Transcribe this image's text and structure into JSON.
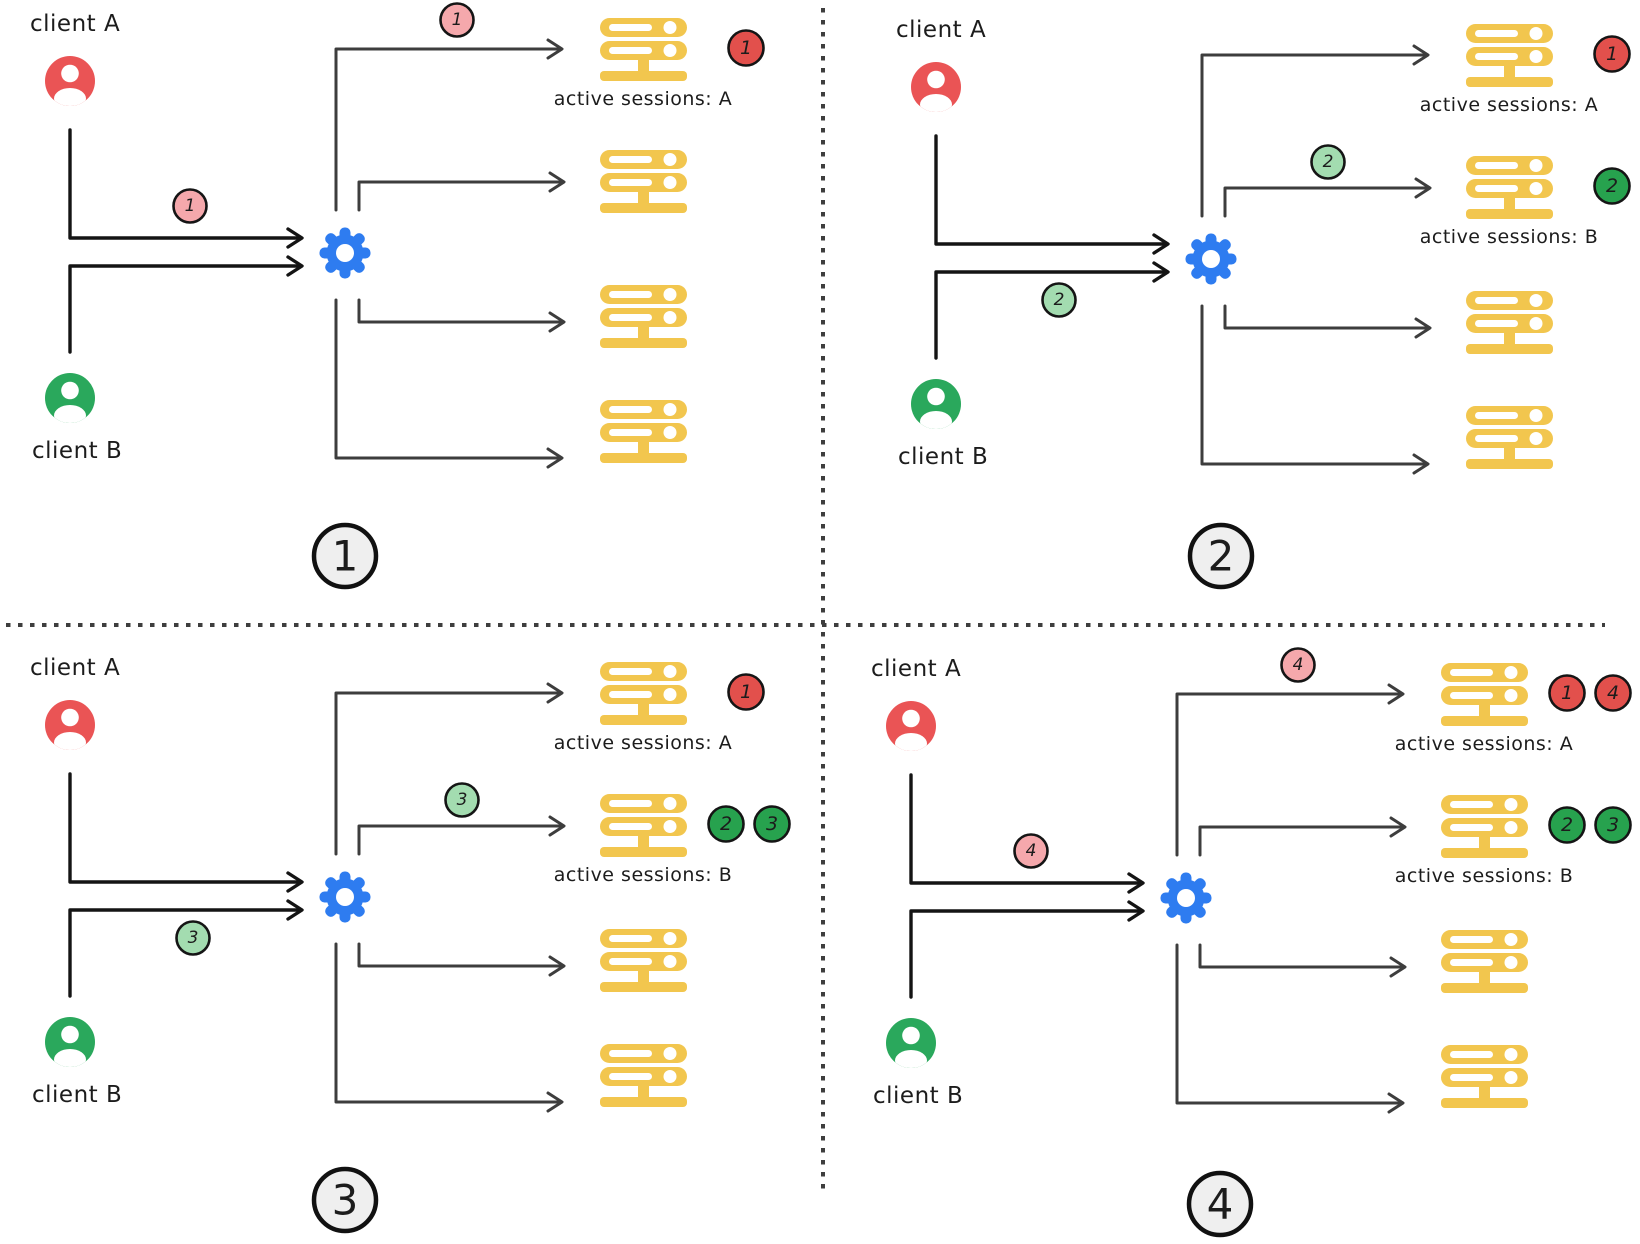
{
  "colors": {
    "ink": "#1c1c1c",
    "client_line": "#141414",
    "fork_line": "#3d3d3d",
    "divider": "#3e3e3e",
    "client_a": "#EA5455",
    "client_b": "#2AA85C",
    "load_balancer": "#2E7CF0",
    "server": "#F2C64E",
    "token_pink": "#F5A8AC",
    "token_green": "#A3DCB0",
    "badge_red": "#E2504C",
    "badge_green": "#27A24E",
    "panel_circle_fill": "#EFEFEF",
    "icon_detail": "#FFFFFF"
  },
  "icons": {
    "client": "user-icon",
    "load_balancer": "gear-icon",
    "server": "server-icon"
  },
  "panels": [
    {
      "number": "1",
      "client_a_label": "client A",
      "client_b_label": "client B",
      "tokens": [
        {
          "on": "client_a_arrow",
          "value": "1",
          "style": "pink"
        },
        {
          "on": "server_arrow_1",
          "value": "1",
          "style": "pink"
        }
      ],
      "servers": [
        {
          "session_label": "active sessions: A",
          "badges": [
            {
              "value": "1",
              "style": "red"
            }
          ]
        },
        {
          "session_label": "",
          "badges": []
        },
        {
          "session_label": "",
          "badges": []
        },
        {
          "session_label": "",
          "badges": []
        }
      ]
    },
    {
      "number": "2",
      "client_a_label": "client A",
      "client_b_label": "client B",
      "tokens": [
        {
          "on": "client_b_arrow",
          "value": "2",
          "style": "green"
        },
        {
          "on": "server_arrow_2",
          "value": "2",
          "style": "green"
        }
      ],
      "servers": [
        {
          "session_label": "active sessions: A",
          "badges": [
            {
              "value": "1",
              "style": "red"
            }
          ]
        },
        {
          "session_label": "active sessions: B",
          "badges": [
            {
              "value": "2",
              "style": "green"
            }
          ]
        },
        {
          "session_label": "",
          "badges": []
        },
        {
          "session_label": "",
          "badges": []
        }
      ]
    },
    {
      "number": "3",
      "client_a_label": "client A",
      "client_b_label": "client B",
      "tokens": [
        {
          "on": "client_b_arrow",
          "value": "3",
          "style": "green"
        },
        {
          "on": "server_arrow_2",
          "value": "3",
          "style": "green"
        }
      ],
      "servers": [
        {
          "session_label": "active sessions: A",
          "badges": [
            {
              "value": "1",
              "style": "red"
            }
          ]
        },
        {
          "session_label": "active sessions: B",
          "badges": [
            {
              "value": "2",
              "style": "green"
            },
            {
              "value": "3",
              "style": "green"
            }
          ]
        },
        {
          "session_label": "",
          "badges": []
        },
        {
          "session_label": "",
          "badges": []
        }
      ]
    },
    {
      "number": "4",
      "client_a_label": "client A",
      "client_b_label": "client B",
      "tokens": [
        {
          "on": "client_a_arrow",
          "value": "4",
          "style": "pink"
        },
        {
          "on": "server_arrow_1",
          "value": "4",
          "style": "pink"
        }
      ],
      "servers": [
        {
          "session_label": "active sessions: A",
          "badges": [
            {
              "value": "1",
              "style": "red"
            },
            {
              "value": "4",
              "style": "red"
            }
          ]
        },
        {
          "session_label": "active sessions: B",
          "badges": [
            {
              "value": "2",
              "style": "green"
            },
            {
              "value": "3",
              "style": "green"
            }
          ]
        },
        {
          "session_label": "",
          "badges": []
        },
        {
          "session_label": "",
          "badges": []
        }
      ]
    }
  ]
}
